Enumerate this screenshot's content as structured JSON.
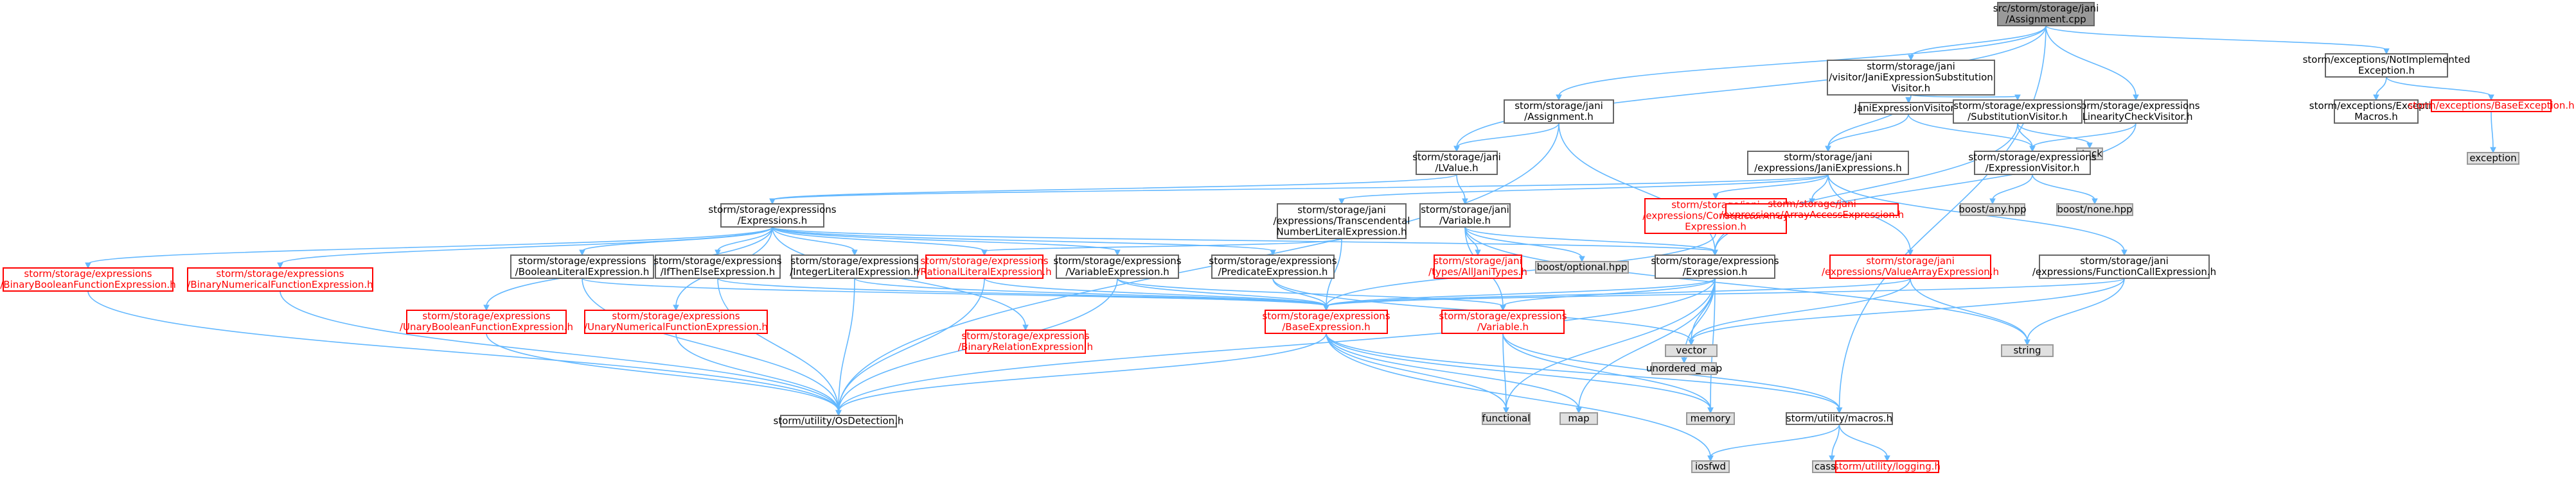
{
  "colors": {
    "root_fill": "#999999",
    "root_stroke": "#666666",
    "normal_fill": "#ffffff",
    "normal_stroke": "#666666",
    "red_stroke": "#ff0000",
    "red_text": "#ff0000",
    "ext_fill": "#e0e0e0",
    "ext_stroke": "#999999",
    "edge": "#63b8ff",
    "text": "#000000"
  },
  "nodes": [
    {
      "id": "root",
      "kind": "root",
      "lines": [
        "src/storm/storage/jani",
        "/Assignment.cpp"
      ]
    },
    {
      "id": "substvis",
      "kind": "normal",
      "lines": [
        "storm/storage/jani",
        "/visitor/JaniExpressionSubstitution",
        "Visitor.h"
      ]
    },
    {
      "id": "notimpl",
      "kind": "normal",
      "lines": [
        "storm/exceptions/NotImplemented",
        "Exception.h"
      ]
    },
    {
      "id": "assignh",
      "kind": "normal",
      "lines": [
        "storm/storage/jani",
        "/Assignment.h"
      ]
    },
    {
      "id": "linchk",
      "kind": "normal",
      "lines": [
        "storm/storage/expressions",
        "/LinearityCheckVisitor.h"
      ]
    },
    {
      "id": "janiexprvis",
      "kind": "normal",
      "lines": [
        "JaniExpressionVisitor.h"
      ]
    },
    {
      "id": "substvisitor",
      "kind": "normal",
      "lines": [
        "storm/storage/expressions",
        "/SubstitutionVisitor.h"
      ]
    },
    {
      "id": "exmacros",
      "kind": "normal",
      "lines": [
        "storm/exceptions/Exception",
        "Macros.h"
      ]
    },
    {
      "id": "baseexc",
      "kind": "red",
      "lines": [
        "storm/exceptions/BaseException.h"
      ]
    },
    {
      "id": "exception",
      "kind": "ext",
      "lines": [
        "exception"
      ]
    },
    {
      "id": "lvalue",
      "kind": "normal",
      "lines": [
        "storm/storage/jani",
        "/LValue.h"
      ]
    },
    {
      "id": "janiexprs",
      "kind": "normal",
      "lines": [
        "storm/storage/jani",
        "/expressions/JaniExpressions.h"
      ]
    },
    {
      "id": "stack",
      "kind": "ext",
      "lines": [
        "stack"
      ]
    },
    {
      "id": "exprvisitor",
      "kind": "normal",
      "lines": [
        "storm/storage/expressions",
        "/ExpressionVisitor.h"
      ]
    },
    {
      "id": "exprs",
      "kind": "normal",
      "lines": [
        "storm/storage/expressions",
        "/Expressions.h"
      ]
    },
    {
      "id": "trans",
      "kind": "normal",
      "lines": [
        "storm/storage/jani",
        "/expressions/Transcendental",
        "NumberLiteralExpression.h"
      ]
    },
    {
      "id": "variable",
      "kind": "normal",
      "lines": [
        "storm/storage/jani",
        "/Variable.h"
      ]
    },
    {
      "id": "constructor",
      "kind": "red",
      "lines": [
        "storm/storage/jani",
        "/expressions/ConstructorArray",
        "Expression.h"
      ]
    },
    {
      "id": "arrayaccess",
      "kind": "red",
      "lines": [
        "storm/storage/jani",
        "/expressions/ArrayAccessExpression.h"
      ]
    },
    {
      "id": "boostany",
      "kind": "ext",
      "lines": [
        "boost/any.hpp"
      ]
    },
    {
      "id": "boostnone",
      "kind": "ext",
      "lines": [
        "boost/none.hpp"
      ]
    },
    {
      "id": "boolbin",
      "kind": "red",
      "lines": [
        "storm/storage/expressions",
        "/BinaryBooleanFunctionExpression.h"
      ]
    },
    {
      "id": "binnum",
      "kind": "red",
      "lines": [
        "storm/storage/expressions",
        "/BinaryNumericalFunctionExpression.h"
      ]
    },
    {
      "id": "boollit",
      "kind": "normal",
      "lines": [
        "storm/storage/expressions",
        "/BooleanLiteralExpression.h"
      ]
    },
    {
      "id": "ite",
      "kind": "normal",
      "lines": [
        "storm/storage/expressions",
        "/IfThenElseExpression.h"
      ]
    },
    {
      "id": "intlit",
      "kind": "normal",
      "lines": [
        "storm/storage/expressions",
        "/IntegerLiteralExpression.h"
      ]
    },
    {
      "id": "ratlit",
      "kind": "red",
      "lines": [
        "storm/storage/expressions",
        "/RationalLiteralExpression.h"
      ]
    },
    {
      "id": "varexpr",
      "kind": "normal",
      "lines": [
        "storm/storage/expressions",
        "/VariableExpression.h"
      ]
    },
    {
      "id": "predexpr",
      "kind": "normal",
      "lines": [
        "storm/storage/expressions",
        "/PredicateExpression.h"
      ]
    },
    {
      "id": "janitypes",
      "kind": "red",
      "lines": [
        "storm/storage/jani",
        "/types/AllJaniTypes.h"
      ]
    },
    {
      "id": "boostopt",
      "kind": "ext",
      "lines": [
        "boost/optional.hpp"
      ]
    },
    {
      "id": "expression",
      "kind": "normal",
      "lines": [
        "storm/storage/expressions",
        "/Expression.h"
      ]
    },
    {
      "id": "valarray",
      "kind": "red",
      "lines": [
        "storm/storage/jani",
        "/expressions/ValueArrayExpression.h"
      ]
    },
    {
      "id": "funccall",
      "kind": "normal",
      "lines": [
        "storm/storage/jani",
        "/expressions/FunctionCallExpression.h"
      ]
    },
    {
      "id": "unbool",
      "kind": "red",
      "lines": [
        "storm/storage/expressions",
        "/UnaryBooleanFunctionExpression.h"
      ]
    },
    {
      "id": "unnum",
      "kind": "red",
      "lines": [
        "storm/storage/expressions",
        "/UnaryNumericalFunctionExpression.h"
      ]
    },
    {
      "id": "binrel",
      "kind": "red",
      "lines": [
        "storm/storage/expressions",
        "/BinaryRelationExpression.h"
      ]
    },
    {
      "id": "baseexpr",
      "kind": "red",
      "lines": [
        "storm/storage/expressions",
        "/BaseExpression.h"
      ]
    },
    {
      "id": "variableh",
      "kind": "red",
      "lines": [
        "storm/storage/expressions",
        "/Variable.h"
      ]
    },
    {
      "id": "vector",
      "kind": "ext",
      "lines": [
        "vector"
      ]
    },
    {
      "id": "unorderedmap",
      "kind": "ext",
      "lines": [
        "unordered_map"
      ]
    },
    {
      "id": "string",
      "kind": "ext",
      "lines": [
        "string"
      ]
    },
    {
      "id": "osdetect",
      "kind": "normal",
      "lines": [
        "storm/utility/OsDetection.h"
      ]
    },
    {
      "id": "functional",
      "kind": "ext",
      "lines": [
        "functional"
      ]
    },
    {
      "id": "map",
      "kind": "ext",
      "lines": [
        "map"
      ]
    },
    {
      "id": "memory",
      "kind": "ext",
      "lines": [
        "memory"
      ]
    },
    {
      "id": "macros",
      "kind": "normal",
      "lines": [
        "storm/utility/macros.h"
      ]
    },
    {
      "id": "iosfwd",
      "kind": "ext",
      "lines": [
        "iosfwd"
      ]
    },
    {
      "id": "cassert",
      "kind": "ext",
      "lines": [
        "cassert"
      ]
    },
    {
      "id": "logging",
      "kind": "red",
      "lines": [
        "storm/utility/logging.h"
      ]
    }
  ],
  "edges": [
    [
      "root",
      "substvis"
    ],
    [
      "root",
      "notimpl"
    ],
    [
      "root",
      "assignh"
    ],
    [
      "root",
      "linchk"
    ],
    [
      "root",
      "lvalue"
    ],
    [
      "root",
      "macros"
    ],
    [
      "notimpl",
      "exmacros"
    ],
    [
      "notimpl",
      "baseexc"
    ],
    [
      "baseexc",
      "exception"
    ],
    [
      "substvis",
      "janiexprvis"
    ],
    [
      "substvis",
      "substvisitor"
    ],
    [
      "substvis",
      "janiexprs"
    ],
    [
      "janiexprvis",
      "exprvisitor"
    ],
    [
      "janiexprvis",
      "janiexprs"
    ],
    [
      "substvisitor",
      "exprvisitor"
    ],
    [
      "substvisitor",
      "stack"
    ],
    [
      "substvisitor",
      "expression"
    ],
    [
      "linchk",
      "exprvisitor"
    ],
    [
      "linchk",
      "expression"
    ],
    [
      "exprvisitor",
      "boostany"
    ],
    [
      "exprvisitor",
      "boostnone"
    ],
    [
      "assignh",
      "lvalue"
    ],
    [
      "assignh",
      "expression"
    ],
    [
      "assignh",
      "osdetect"
    ],
    [
      "lvalue",
      "variable"
    ],
    [
      "lvalue",
      "exprs"
    ],
    [
      "janiexprs",
      "exprs"
    ],
    [
      "janiexprs",
      "trans"
    ],
    [
      "janiexprs",
      "constructor"
    ],
    [
      "janiexprs",
      "arrayaccess"
    ],
    [
      "janiexprs",
      "valarray"
    ],
    [
      "janiexprs",
      "funccall"
    ],
    [
      "exprs",
      "boolbin"
    ],
    [
      "exprs",
      "binnum"
    ],
    [
      "exprs",
      "binrel"
    ],
    [
      "exprs",
      "boollit"
    ],
    [
      "exprs",
      "ite"
    ],
    [
      "exprs",
      "intlit"
    ],
    [
      "exprs",
      "ratlit"
    ],
    [
      "exprs",
      "unbool"
    ],
    [
      "exprs",
      "unnum"
    ],
    [
      "exprs",
      "varexpr"
    ],
    [
      "exprs",
      "predexpr"
    ],
    [
      "exprs",
      "expression"
    ],
    [
      "trans",
      "baseexpr"
    ],
    [
      "trans",
      "ratlit"
    ],
    [
      "variable",
      "janitypes"
    ],
    [
      "variable",
      "boostopt"
    ],
    [
      "variable",
      "expression"
    ],
    [
      "variable",
      "variableh"
    ],
    [
      "variable",
      "string"
    ],
    [
      "constructor",
      "baseexpr"
    ],
    [
      "valarray",
      "baseexpr"
    ],
    [
      "valarray",
      "vector"
    ],
    [
      "valarray",
      "string"
    ],
    [
      "funccall",
      "baseexpr"
    ],
    [
      "funccall",
      "vector"
    ],
    [
      "funccall",
      "string"
    ],
    [
      "boolbin",
      "osdetect"
    ],
    [
      "binnum",
      "osdetect"
    ],
    [
      "unbool",
      "osdetect"
    ],
    [
      "unnum",
      "osdetect"
    ],
    [
      "boollit",
      "baseexpr"
    ],
    [
      "boollit",
      "osdetect"
    ],
    [
      "ite",
      "baseexpr"
    ],
    [
      "ite",
      "osdetect"
    ],
    [
      "intlit",
      "baseexpr"
    ],
    [
      "intlit",
      "osdetect"
    ],
    [
      "ratlit",
      "baseexpr"
    ],
    [
      "ratlit",
      "osdetect"
    ],
    [
      "varexpr",
      "baseexpr"
    ],
    [
      "varexpr",
      "variableh"
    ],
    [
      "varexpr",
      "osdetect"
    ],
    [
      "predexpr",
      "baseexpr"
    ],
    [
      "predexpr",
      "vector"
    ],
    [
      "expression",
      "baseexpr"
    ],
    [
      "expression",
      "variableh"
    ],
    [
      "expression",
      "unorderedmap"
    ],
    [
      "expression",
      "vector"
    ],
    [
      "expression",
      "functional"
    ],
    [
      "expression",
      "map"
    ],
    [
      "expression",
      "memory"
    ],
    [
      "expression",
      "osdetect"
    ],
    [
      "baseexpr",
      "iosfwd"
    ],
    [
      "baseexpr",
      "functional"
    ],
    [
      "baseexpr",
      "map"
    ],
    [
      "baseexpr",
      "memory"
    ],
    [
      "baseexpr",
      "osdetect"
    ],
    [
      "baseexpr",
      "macros"
    ],
    [
      "variableh",
      "functional"
    ],
    [
      "variableh",
      "memory"
    ],
    [
      "variableh",
      "macros"
    ],
    [
      "macros",
      "iosfwd"
    ],
    [
      "macros",
      "cassert"
    ],
    [
      "macros",
      "logging"
    ]
  ]
}
